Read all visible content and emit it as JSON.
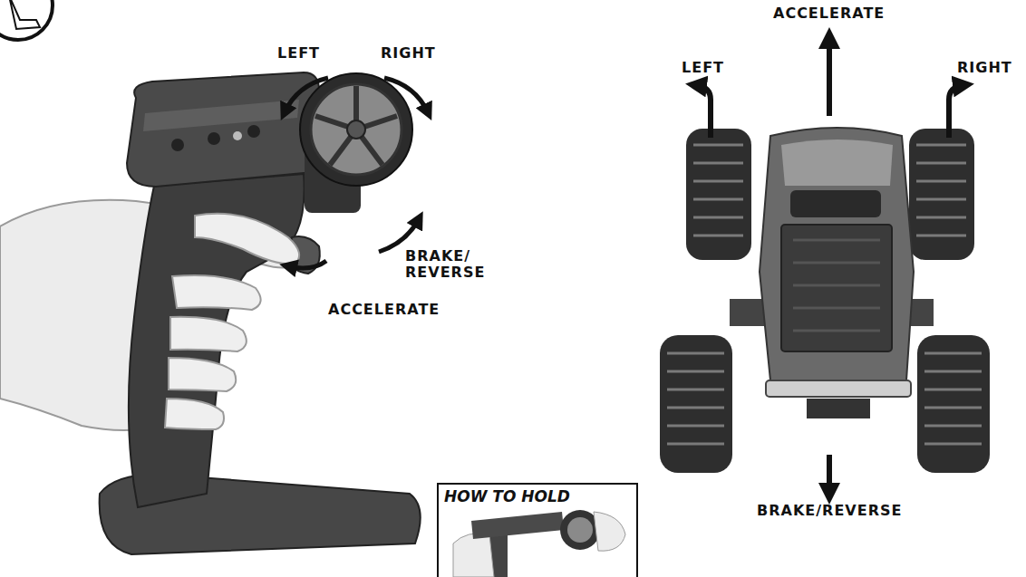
{
  "diagram": {
    "nodes": [
      {
        "text": [
          "HOW TO HOLD"
        ]
      }
    ],
    "labels": [
      "LEFT",
      "RIGHT",
      "BRAKE/ REVERSE",
      "ACCELERATE",
      "ACCELERATE",
      "LEFT",
      "RIGHT",
      "BRAKE/REVERSE"
    ]
  }
}
